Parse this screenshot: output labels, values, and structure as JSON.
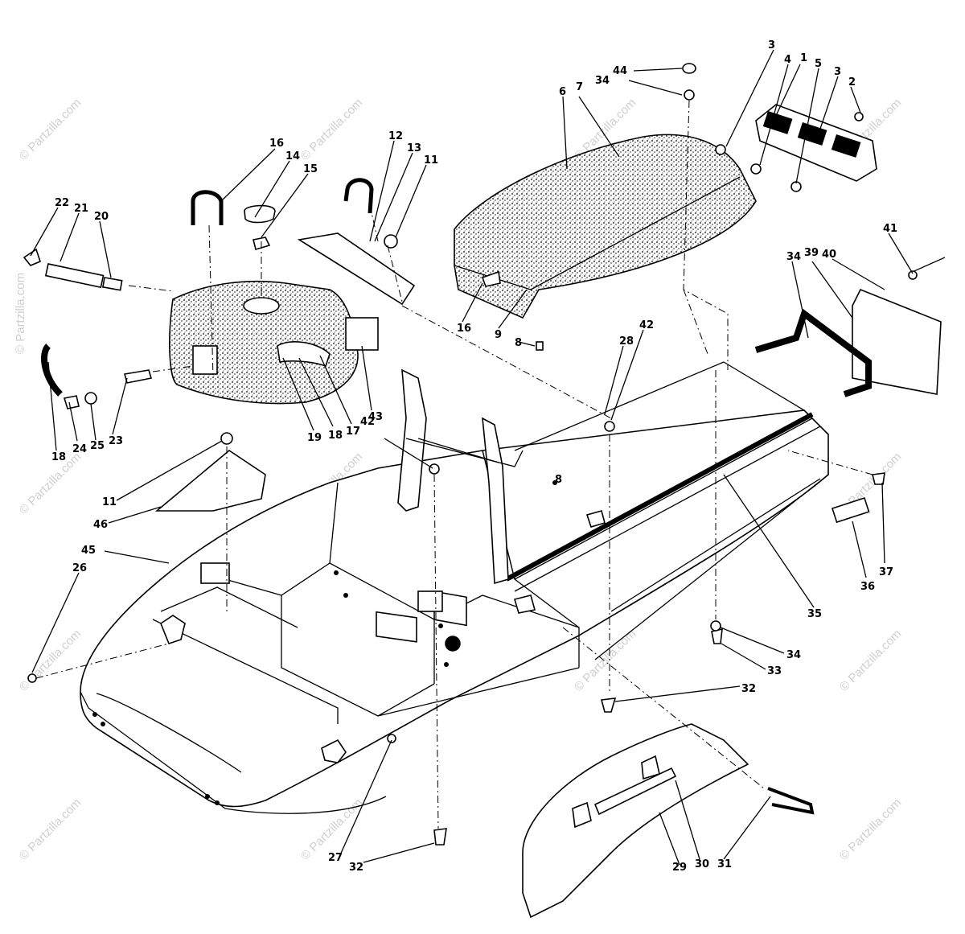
{
  "watermark": {
    "text": "© Partzilla.com"
  },
  "callouts": [
    {
      "id": "c44",
      "text": "44"
    },
    {
      "id": "c34a",
      "text": "34"
    },
    {
      "id": "c3a",
      "text": "3"
    },
    {
      "id": "c4",
      "text": "4"
    },
    {
      "id": "c1",
      "text": "1"
    },
    {
      "id": "c5",
      "text": "5"
    },
    {
      "id": "c3b",
      "text": "3"
    },
    {
      "id": "c2",
      "text": "2"
    },
    {
      "id": "c6",
      "text": "6"
    },
    {
      "id": "c7",
      "text": "7"
    },
    {
      "id": "c16a",
      "text": "16"
    },
    {
      "id": "c14",
      "text": "14"
    },
    {
      "id": "c15",
      "text": "15"
    },
    {
      "id": "c12",
      "text": "12"
    },
    {
      "id": "c13",
      "text": "13"
    },
    {
      "id": "c11a",
      "text": "11"
    },
    {
      "id": "c22",
      "text": "22"
    },
    {
      "id": "c21",
      "text": "21"
    },
    {
      "id": "c20",
      "text": "20"
    },
    {
      "id": "c16b",
      "text": "16"
    },
    {
      "id": "c9",
      "text": "9"
    },
    {
      "id": "c8a",
      "text": "8"
    },
    {
      "id": "c41",
      "text": "41"
    },
    {
      "id": "c34b",
      "text": "34"
    },
    {
      "id": "c39",
      "text": "39"
    },
    {
      "id": "c40",
      "text": "40"
    },
    {
      "id": "c28",
      "text": "28"
    },
    {
      "id": "c42a",
      "text": "42"
    },
    {
      "id": "c19",
      "text": "19"
    },
    {
      "id": "c18a",
      "text": "18"
    },
    {
      "id": "c17",
      "text": "17"
    },
    {
      "id": "c43",
      "text": "43"
    },
    {
      "id": "c42b",
      "text": "42"
    },
    {
      "id": "c18b",
      "text": "18"
    },
    {
      "id": "c24",
      "text": "24"
    },
    {
      "id": "c25",
      "text": "25"
    },
    {
      "id": "c23",
      "text": "23"
    },
    {
      "id": "c8b",
      "text": "8"
    },
    {
      "id": "c11b",
      "text": "11"
    },
    {
      "id": "c46",
      "text": "46"
    },
    {
      "id": "c45",
      "text": "45"
    },
    {
      "id": "c26",
      "text": "26"
    },
    {
      "id": "c37",
      "text": "37"
    },
    {
      "id": "c36",
      "text": "36"
    },
    {
      "id": "c35",
      "text": "35"
    },
    {
      "id": "c34c",
      "text": "34"
    },
    {
      "id": "c33",
      "text": "33"
    },
    {
      "id": "c32a",
      "text": "32"
    },
    {
      "id": "c27",
      "text": "27"
    },
    {
      "id": "c32b",
      "text": "32"
    },
    {
      "id": "c29",
      "text": "29"
    },
    {
      "id": "c30",
      "text": "30"
    },
    {
      "id": "c31",
      "text": "31"
    }
  ],
  "colors": {
    "ink": "#000000",
    "paper": "#ffffff",
    "watermark": "#cfcfcf"
  }
}
